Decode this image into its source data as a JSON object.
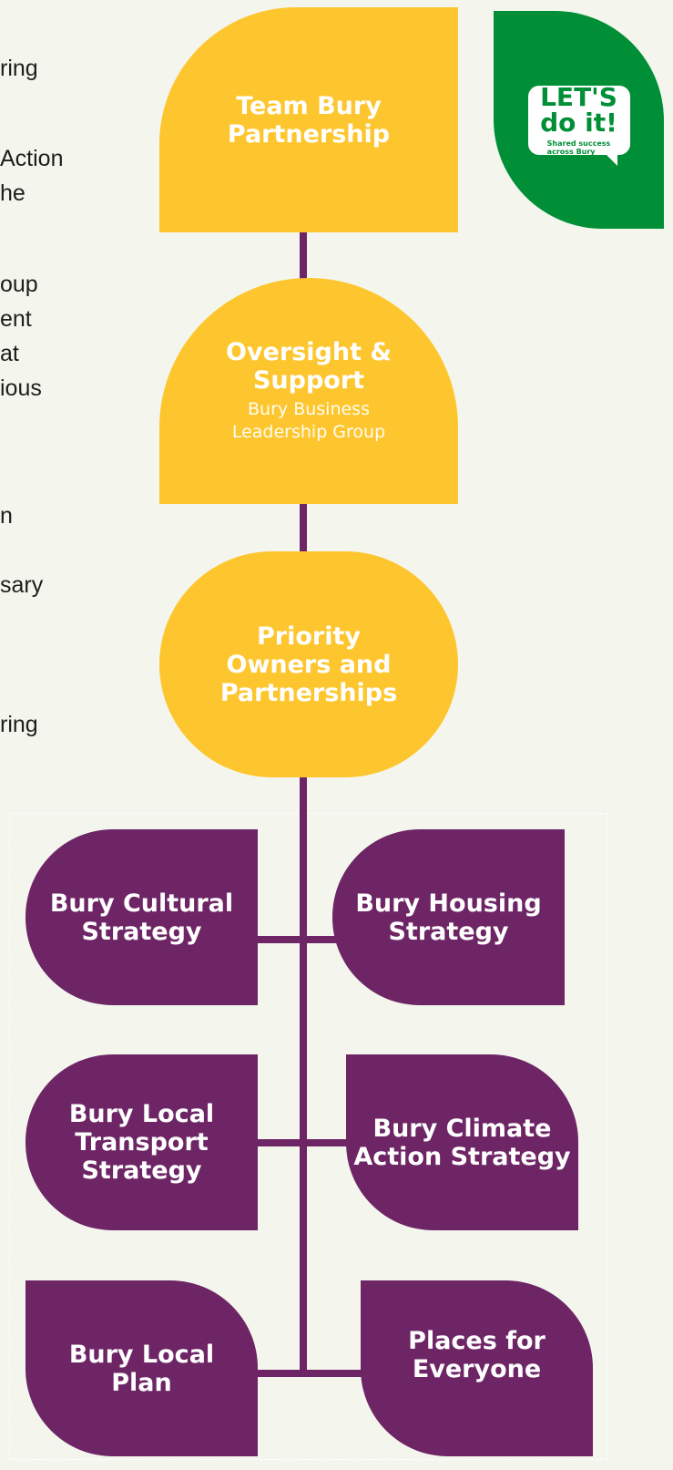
{
  "left_text": [
    "ring",
    "Action",
    "he",
    "oup",
    "ent",
    "at",
    "ious",
    "n",
    "sary",
    "ring"
  ],
  "nodes": {
    "team_bury": "Team Bury Partnership",
    "oversight_title": "Oversight & Support",
    "oversight_sub": "Bury Business Leadership Group",
    "priority": "Priority Owners and Partnerships"
  },
  "strategies": {
    "cultural": "Bury Cultural Strategy",
    "housing": "Bury Housing Strategy",
    "transport": "Bury Local Transport Strategy",
    "climate": "Bury Climate Action Strategy",
    "local_plan": "Bury Local Plan",
    "places": "Places for Everyone"
  },
  "logo": {
    "line1": "LET'S",
    "line2": "do it!",
    "tagline_1": "Shared success",
    "tagline_2": "across Bury"
  },
  "colors": {
    "yellow": "#fec62e",
    "purple": "#6e2565",
    "green": "#008f36",
    "background": "#f4f6ee"
  }
}
